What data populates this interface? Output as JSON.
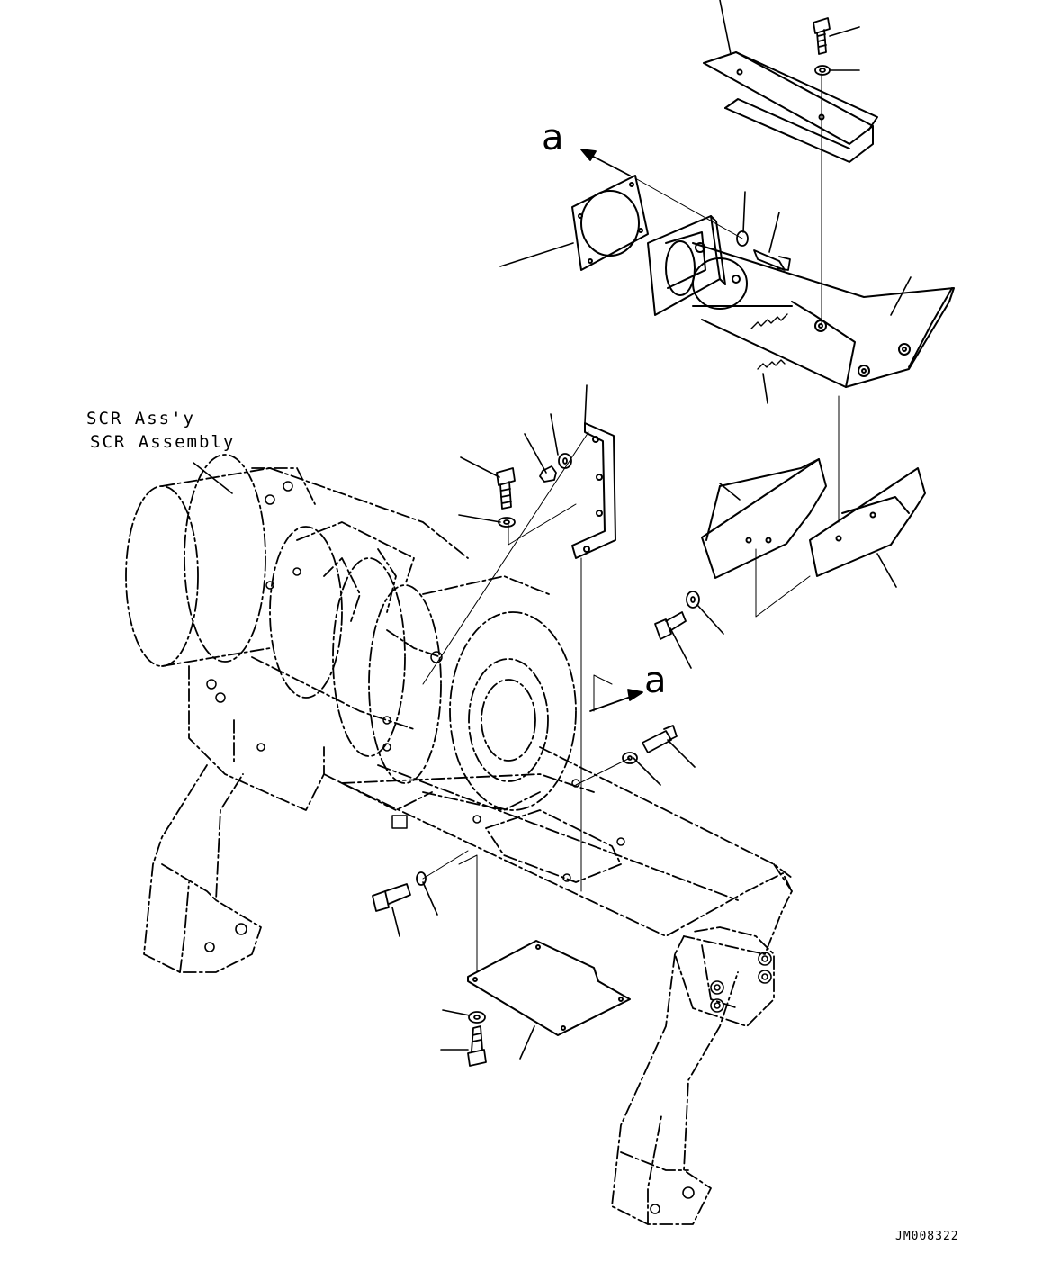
{
  "labels": {
    "assembly_line1": "SCR Ass'y",
    "assembly_line2": "SCR Assembly",
    "view_top": "a",
    "view_mid": "a",
    "drawing_code": "JM008322"
  },
  "colors": {
    "ink": "#000000",
    "paper": "#ffffff"
  }
}
